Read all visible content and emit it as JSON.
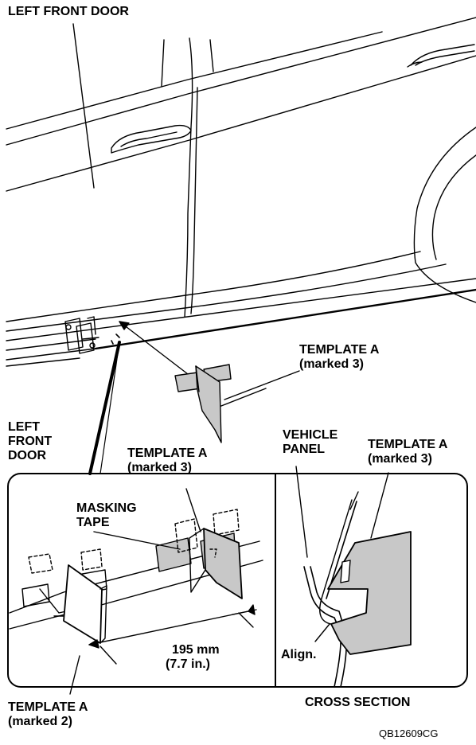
{
  "labels": {
    "left_front_door_top": "LEFT FRONT DOOR",
    "template_a_upper_1": "TEMPLATE A",
    "template_a_upper_2": "(marked 3)",
    "left_front_door_side_1": "LEFT",
    "left_front_door_side_2": "FRONT",
    "left_front_door_side_3": "DOOR",
    "vehicle_panel_1": "VEHICLE",
    "vehicle_panel_2": "PANEL",
    "template_a_right_1": "TEMPLATE A",
    "template_a_right_2": "(marked 3)",
    "template_a_detail_1": "TEMPLATE A",
    "template_a_detail_2": "(marked 3)",
    "masking_tape_1": "MASKING",
    "masking_tape_2": "TAPE",
    "dimension_mm": "195 mm",
    "dimension_in": "(7.7 in.)",
    "align": "Align.",
    "cross_section": "CROSS SECTION",
    "template_a_marked2_1": "TEMPLATE A",
    "template_a_marked2_2": "(marked 2)"
  },
  "figure_code": "QB12609CG",
  "colors": {
    "line": "#000000",
    "template_fill": "#c8c8c8",
    "background": "#ffffff"
  }
}
